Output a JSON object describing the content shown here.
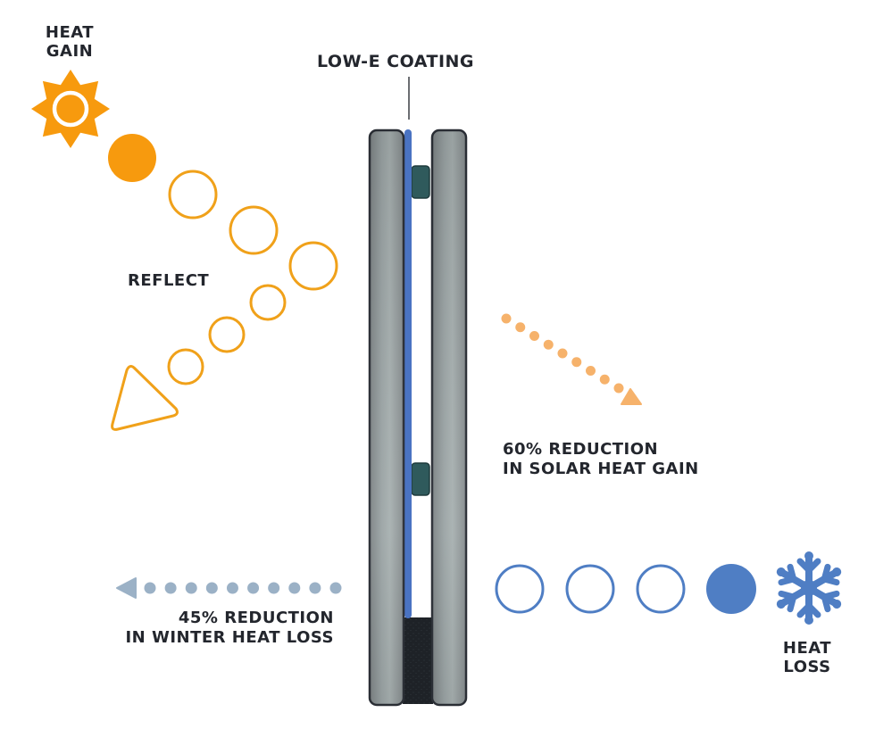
{
  "labels": {
    "heat_gain": [
      "HEAT",
      "GAIN"
    ],
    "low_e_coating": "LOW-E COATING",
    "reflect": "REFLECT",
    "solar_reduction": [
      "60% REDUCTION",
      "IN SOLAR HEAT GAIN"
    ],
    "winter_reduction": [
      "45% REDUCTION",
      "IN WINTER HEAT LOSS"
    ],
    "heat_loss": [
      "HEAT",
      "LOSS"
    ]
  },
  "icons": {
    "sun": "sun-icon",
    "snowflake": "snowflake-icon"
  },
  "colors": {
    "orange": "#f79a0e",
    "orange_light": "#f6b26b",
    "blue": "#4f7ec4",
    "blue_gray": "#9bb1c6",
    "coating_blue": "#4a73c2",
    "glass_gray": "#8d9294",
    "pane_outline": "#2b2f36",
    "spacer": "#2f5a5c",
    "sealant": "#1e2227",
    "text": "#23262d"
  },
  "stats": {
    "solar_heat_gain_reduction_percent": 60,
    "winter_heat_loss_reduction_percent": 45
  }
}
